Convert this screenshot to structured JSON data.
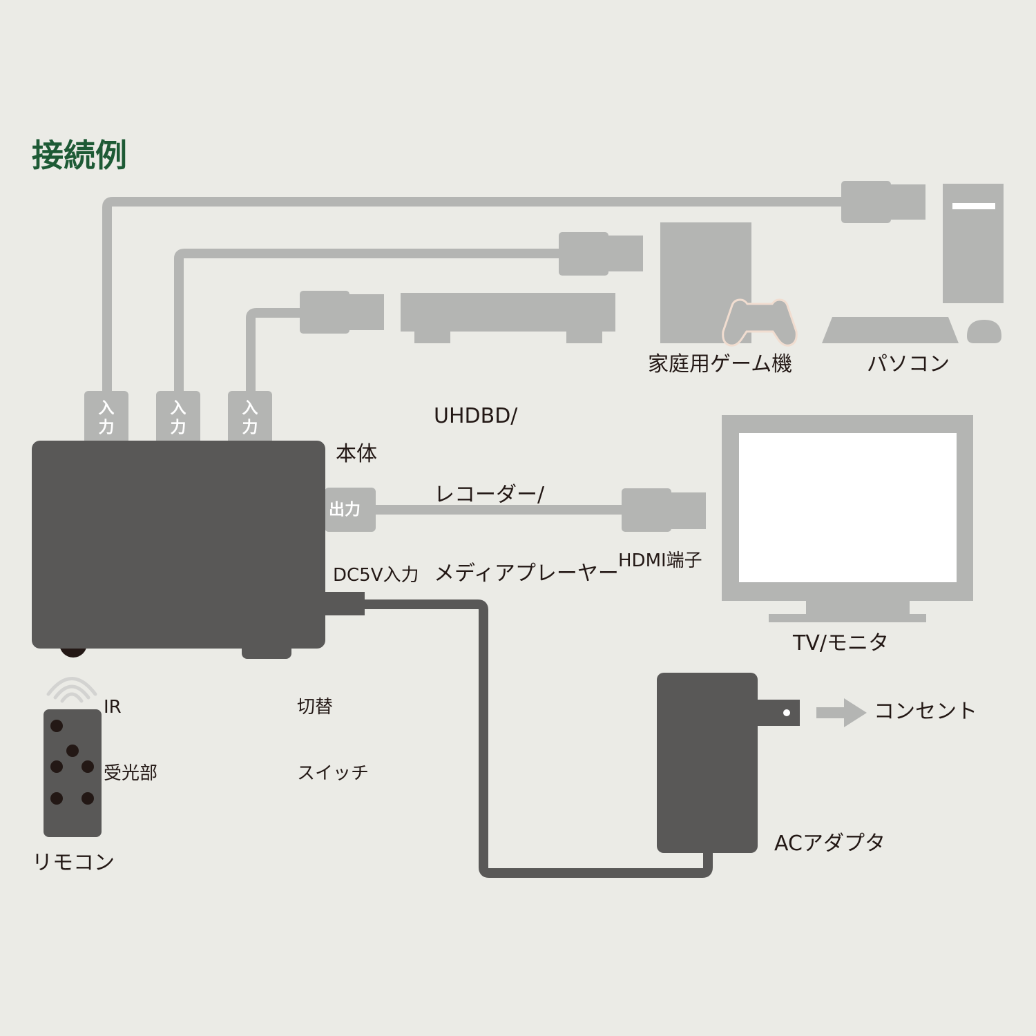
{
  "title": "接続例",
  "labels": {
    "body": "本体",
    "input_port": [
      "入",
      "力"
    ],
    "output_port": "出力",
    "dc_input": "DC5V入力",
    "ir_receiver": [
      "IR",
      "受光部"
    ],
    "switch": [
      "切替",
      "スイッチ"
    ],
    "remote": "リモコン",
    "player": [
      "UHDBD/",
      "レコーダー/",
      "メディアプレーヤー"
    ],
    "game_console": "家庭用ゲーム機",
    "pc": "パソコン",
    "hdmi_terminal": "HDMI端子",
    "tv": "TV/モニタ",
    "outlet": "コンセント",
    "ac_adapter": "ACアダプタ"
  },
  "colors": {
    "background": "#ebebe6",
    "device_dark": "#595857",
    "device_light": "#b4b5b3",
    "title": "#1d5a35",
    "text": "#231815"
  }
}
